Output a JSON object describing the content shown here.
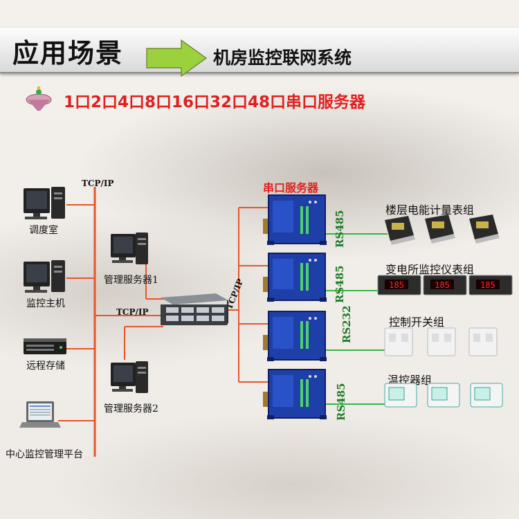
{
  "header": {
    "title": "应用场景",
    "subtitle": "机房监控联网系统"
  },
  "headline": {
    "text": "1口2口4口8口16口32口48口串口服务器"
  },
  "left_network": {
    "tcp_label_top": "TCP/IP",
    "tcp_label_mid": "TCP/IP",
    "nodes": {
      "dispatch_room": "调度室",
      "monitor_host": "监控主机",
      "remote_storage": "远程存储",
      "central_platform": "中心监控管理平台",
      "mgmt_server_1": "管理服务器1",
      "mgmt_server_2": "管理服务器2"
    }
  },
  "right_network": {
    "tcp_label": "TCP/IP",
    "serial_server_title": "串口服务器",
    "rows": [
      {
        "protocol": "RS485",
        "group": "楼层电能计量表组"
      },
      {
        "protocol": "RS485",
        "group": "变电所监控仪表组"
      },
      {
        "protocol": "RS232",
        "group": "控制开关组"
      },
      {
        "protocol": "RS485",
        "group": "温控器组"
      }
    ],
    "meter_reading": "185"
  },
  "colors": {
    "accent_red": "#e0201e",
    "bus_orange": "#e5562a",
    "link_green": "#35b44a",
    "device_blue": "#1f3fa8",
    "proto_green": "#1d7a28"
  }
}
